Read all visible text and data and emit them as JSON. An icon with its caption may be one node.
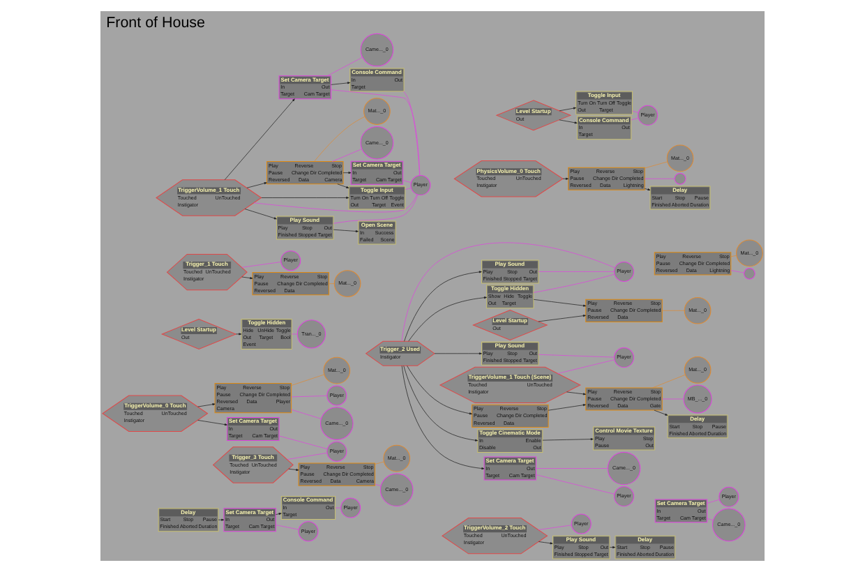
{
  "diagram": {
    "title": "Front of House",
    "nodes": [
      {
        "text": [
          "Trigger_1 Touch",
          "Touched",
          "UnTouched",
          "Instigator"
        ]
      },
      {
        "text": [
          "Player"
        ]
      },
      {
        "text": [
          "Play",
          "Reverse",
          "Stop",
          "Pause",
          "Change Dir",
          "Completed",
          "Reversed",
          "Data"
        ]
      },
      {
        "text": [
          "Mat..._0"
        ]
      },
      {
        "text": [
          "Set Camera Target",
          "In",
          "Out",
          "Target",
          "Cam Target"
        ]
      },
      {
        "text": [
          "Player"
        ]
      },
      {
        "text": [
          "Came..._0"
        ]
      },
      {
        "text": [
          "TriggerVolume_0 Touch",
          "Touched",
          "UnTouched",
          "Instigator"
        ]
      },
      {
        "text": [
          "Play",
          "Reverse",
          "Stop",
          "Pause",
          "Change Dir",
          "Completed",
          "Reversed",
          "Data",
          "Player",
          "Camera"
        ]
      },
      {
        "text": [
          "Mat..._0"
        ]
      },
      {
        "text": [
          "Player"
        ]
      },
      {
        "text": [
          "Came..._0"
        ]
      },
      {
        "text": [
          "TriggerVolume_2 Touch",
          "Touched",
          "UnTouched",
          "Instigator"
        ]
      },
      {
        "text": [
          "Player"
        ]
      },
      {
        "text": [
          "Play Sound",
          "Play",
          "Stop",
          "Out",
          "Finished",
          "Stopped",
          "Target"
        ]
      },
      {
        "text": [
          "Delay",
          "Start",
          "Stop",
          "Pause",
          "Finished",
          "Aborted",
          "Duration"
        ]
      },
      {
        "text": [
          "Set Camera Target",
          "In",
          "Out",
          "Target",
          "Cam Target"
        ]
      },
      {
        "text": [
          "Player"
        ]
      },
      {
        "text": [
          "Trigger_3 Touch",
          "Touched",
          "UnTouched",
          "Instigator"
        ]
      },
      {
        "text": [
          "Play",
          "Reverse",
          "Stop",
          "Pause",
          "Change Dir",
          "Completed",
          "Reversed",
          "Data",
          "Camera"
        ]
      },
      {
        "text": [
          "Mat..._0"
        ]
      },
      {
        "text": [
          "Came..._0"
        ]
      },
      {
        "text": [
          "Toggle Input",
          "Turn On",
          "Turn Off",
          "Toggle",
          "Out",
          "Target"
        ]
      },
      {
        "text": [
          "Level Startup",
          "Out"
        ]
      },
      {
        "text": [
          "Console Command",
          "In",
          "Out",
          "Target"
        ]
      },
      {
        "text": [
          "Player"
        ]
      },
      {
        "text": [
          "Play",
          "Reverse",
          "Stop",
          "Pause",
          "Change Dir",
          "Completed",
          "Reversed",
          "Data",
          "Lightning"
        ]
      },
      {
        "text": [
          "Mat..._0"
        ]
      },
      {
        "text": [],
        "shape": "circle"
      },
      {
        "text": [
          "PhysicsVolume_0 Touch",
          "Touched",
          "UnTouched",
          "Instigator"
        ]
      },
      {
        "text": [
          "Play",
          "Reverse",
          "Stop",
          "Pause",
          "Change Dir",
          "Completed",
          "Reversed",
          "Data",
          "Lightning"
        ]
      },
      {
        "text": [
          "Mat..._0"
        ]
      },
      {
        "text": [],
        "shape": "circle"
      },
      {
        "text": [
          "Delay",
          "Start",
          "Stop",
          "Pause",
          "Finished",
          "Aborted",
          "Duration"
        ]
      },
      {
        "text": [
          "Level Startup",
          "Out"
        ]
      },
      {
        "text": [
          "Toggle Hidden",
          "Hide",
          "UnHide",
          "Toggle",
          "Out",
          "Target",
          "Bool",
          "Event"
        ]
      },
      {
        "text": [
          "Tran..._0"
        ]
      },
      {
        "text": [
          "Delay",
          "Start",
          "Stop",
          "Pause",
          "Finished",
          "Aborted",
          "Duration"
        ]
      },
      {
        "text": [
          "Set Camera Target",
          "In",
          "Out",
          "Target",
          "Cam Target"
        ]
      },
      {
        "text": [
          "Console Command",
          "In",
          "Out",
          "Target"
        ]
      },
      {
        "text": [
          "Player"
        ]
      },
      {
        "text": [
          "Player"
        ]
      },
      {
        "text": [
          "Play Sound",
          "Play",
          "Stop",
          "Out",
          "Finished",
          "Stopped",
          "Target"
        ]
      },
      {
        "text": [
          "Toggle Cinematic Mode",
          "In",
          "Enable",
          "Disable",
          "Out"
        ]
      },
      {
        "text": [
          "Control Movie Texture",
          "Play",
          "Stop",
          "Pause",
          "Out"
        ]
      },
      {
        "text": [
          "Trigger_2 Used",
          "Instigator"
        ]
      },
      {
        "text": [
          "Player"
        ]
      },
      {
        "text": [
          "Set Camera Target",
          "In",
          "Out",
          "Target",
          "Cam Target"
        ]
      },
      {
        "text": [
          "Player"
        ]
      },
      {
        "text": [
          "Came..._0"
        ]
      },
      {
        "text": [
          "Play",
          "Reverse",
          "Stop",
          "Pause",
          "Change Dir",
          "Completed",
          "Reversed",
          "Data"
        ]
      },
      {
        "text": [
          "Toggle Hidden",
          "Show",
          "Hide",
          "Toggle",
          "Out",
          "Target"
        ]
      },
      {
        "text": [
          "Play",
          "Reverse",
          "Stop",
          "Pause",
          "Change Dir",
          "Completed",
          "Reversed",
          "Data"
        ]
      },
      {
        "text": [
          "Mat..._0"
        ]
      },
      {
        "text": [
          "Level Startup",
          "Out"
        ]
      },
      {
        "text": [
          "Play Sound",
          "Play",
          "Stop",
          "Out",
          "Finished",
          "Stopped",
          "Target"
        ]
      },
      {
        "text": [
          "TriggerVolume_1 Touch (Scene)",
          "Touched",
          "UnTouched",
          "Instigator"
        ]
      },
      {
        "text": [
          "Player"
        ]
      },
      {
        "text": [
          "Play",
          "Reverse",
          "Stop",
          "Pause",
          "Change Dir",
          "Completed",
          "Reversed",
          "Data",
          "Gate"
        ]
      },
      {
        "text": [
          "Mat..._0"
        ]
      },
      {
        "text": [
          "MB_..._0"
        ]
      },
      {
        "text": [
          "Delay",
          "Start",
          "Stop",
          "Pause",
          "Finished",
          "Aborted",
          "Duration"
        ]
      },
      {
        "text": [
          "TriggerVolume_1 Touch",
          "Touched",
          "UnTouched",
          "Instigator"
        ]
      },
      {
        "text": [
          "Set Camera Target",
          "In",
          "Out",
          "Target",
          "Cam Target"
        ]
      },
      {
        "text": [
          "Came..._0"
        ]
      },
      {
        "text": [
          "Console Command",
          "In",
          "Out",
          "Target"
        ]
      },
      {
        "text": [
          "Play",
          "Reverse",
          "Stop",
          "Pause",
          "Change Dir",
          "Completed",
          "Reversed",
          "Data",
          "Camera"
        ]
      },
      {
        "text": [
          "Mat..._0"
        ]
      },
      {
        "text": [
          "Came..._0"
        ]
      },
      {
        "text": [
          "Set Camera Target",
          "In",
          "Out",
          "Target",
          "Cam Target"
        ]
      },
      {
        "text": [
          "Player"
        ]
      },
      {
        "text": [
          "Play Sound",
          "Play",
          "Stop",
          "Out",
          "Finished",
          "Stopped",
          "Target"
        ]
      },
      {
        "text": [
          "Open Scene",
          "In",
          "Success",
          "Failed",
          "Scene"
        ]
      },
      {
        "text": [
          "Toggle Input",
          "Turn On",
          "Turn Off",
          "Toggle",
          "Out",
          "Target",
          "Event"
        ]
      }
    ],
    "edges": [
      {
        "from": 0,
        "to": 2,
        "arrow": "to"
      },
      {
        "from": 0,
        "to": 1,
        "arrow": "none",
        "color": "#e040e0"
      },
      {
        "from": 2,
        "to": 3,
        "arrow": "none",
        "color": "#e08a30"
      },
      {
        "from": 4,
        "to": 5,
        "arrow": "none",
        "color": "#e040e0"
      },
      {
        "from": 4,
        "to": 6,
        "arrow": "none",
        "color": "#e040e0"
      },
      {
        "from": 7,
        "to": 8,
        "arrow": "to"
      },
      {
        "from": 7,
        "to": 16,
        "arrow": "to"
      },
      {
        "from": 8,
        "to": 9,
        "arrow": "none",
        "color": "#e08a30"
      },
      {
        "from": 8,
        "to": 10,
        "arrow": "none",
        "color": "#e040e0"
      },
      {
        "from": 8,
        "to": 11,
        "arrow": "none",
        "color": "#e040e0"
      },
      {
        "from": 12,
        "to": 14,
        "arrow": "to"
      },
      {
        "from": 12,
        "to": 13,
        "arrow": "none",
        "color": "#e040e0"
      },
      {
        "from": 14,
        "to": 15,
        "arrow": "to"
      },
      {
        "from": 16,
        "to": 17,
        "arrow": "none",
        "color": "#e040e0"
      },
      {
        "from": 18,
        "to": 17,
        "arrow": "none",
        "color": "#e040e0"
      },
      {
        "from": 18,
        "to": 19,
        "arrow": "to"
      },
      {
        "from": 19,
        "to": 20,
        "arrow": "none",
        "color": "#e08a30"
      },
      {
        "from": 19,
        "to": 21,
        "arrow": "none",
        "color": "#e040e0"
      },
      {
        "from": 23,
        "to": 22,
        "arrow": "to"
      },
      {
        "from": 23,
        "to": 24,
        "arrow": "to"
      },
      {
        "from": 22,
        "to": 25,
        "arrow": "none",
        "color": "#e040e0"
      },
      {
        "from": 24,
        "to": 25,
        "arrow": "none",
        "color": "#e040e0"
      },
      {
        "from": 26,
        "to": 27,
        "arrow": "none",
        "color": "#e08a30"
      },
      {
        "from": 26,
        "to": 28,
        "arrow": "none",
        "color": "#e040e0"
      },
      {
        "from": 29,
        "to": 30,
        "arrow": "to"
      },
      {
        "from": 30,
        "to": 33,
        "arrow": "to"
      },
      {
        "from": 30,
        "to": 31,
        "arrow": "none",
        "color": "#e08a30"
      },
      {
        "from": 30,
        "to": 32,
        "arrow": "none",
        "color": "#e040e0"
      },
      {
        "from": 34,
        "to": 35,
        "arrow": "to"
      },
      {
        "from": 35,
        "to": 36,
        "arrow": "none",
        "color": "#e040e0"
      },
      {
        "from": 37,
        "to": 38,
        "arrow": "to"
      },
      {
        "from": 38,
        "to": 39,
        "arrow": "to"
      },
      {
        "from": 39,
        "to": 40,
        "arrow": "none",
        "color": "#e040e0"
      },
      {
        "from": 38,
        "to": 41,
        "arrow": "none",
        "color": "#e040e0"
      },
      {
        "from": 45,
        "to": 42,
        "arrow": "to"
      },
      {
        "from": 45,
        "to": 43,
        "arrow": "to"
      },
      {
        "from": 43,
        "to": 44,
        "arrow": "to"
      },
      {
        "from": 45,
        "to": 47,
        "arrow": "to"
      },
      {
        "from": 45,
        "to": 50,
        "arrow": "to"
      },
      {
        "from": 45,
        "to": 51,
        "arrow": "to"
      },
      {
        "from": 45,
        "to": 55,
        "arrow": "to"
      },
      {
        "from": 42,
        "to": 46,
        "arrow": "none",
        "color": "#e040e0"
      },
      {
        "from": 45,
        "to": 46,
        "arrow": "none",
        "color": "#e040e0"
      },
      {
        "from": 51,
        "to": 46,
        "arrow": "none",
        "color": "#e040e0"
      },
      {
        "from": 47,
        "to": 48,
        "arrow": "none",
        "color": "#e040e0"
      },
      {
        "from": 47,
        "to": 49,
        "arrow": "none",
        "color": "#e040e0"
      },
      {
        "from": 51,
        "to": 52,
        "arrow": "to"
      },
      {
        "from": 54,
        "to": 52,
        "arrow": "to"
      },
      {
        "from": 52,
        "to": 53,
        "arrow": "none",
        "color": "#e08a30"
      },
      {
        "from": 50,
        "to": 58,
        "arrow": "to"
      },
      {
        "from": 56,
        "to": 58,
        "arrow": "to"
      },
      {
        "from": 56,
        "to": 57,
        "arrow": "none",
        "color": "#e040e0"
      },
      {
        "from": 55,
        "to": 57,
        "arrow": "none",
        "color": "#e040e0"
      },
      {
        "from": 58,
        "to": 61,
        "arrow": "to"
      },
      {
        "from": 58,
        "to": 59,
        "arrow": "none",
        "color": "#e08a30"
      },
      {
        "from": 58,
        "to": 60,
        "arrow": "none",
        "color": "#e040e0"
      },
      {
        "from": 62,
        "to": 63,
        "arrow": "to"
      },
      {
        "from": 63,
        "to": 65,
        "arrow": "to"
      },
      {
        "from": 62,
        "to": 66,
        "arrow": "to"
      },
      {
        "from": 66,
        "to": 69,
        "arrow": "to"
      },
      {
        "from": 62,
        "to": 71,
        "arrow": "to"
      },
      {
        "from": 71,
        "to": 72,
        "arrow": "to"
      },
      {
        "from": 66,
        "to": 73,
        "arrow": "to"
      },
      {
        "from": 62,
        "to": 73,
        "arrow": "to"
      },
      {
        "from": 63,
        "to": 64,
        "arrow": "none",
        "color": "#e040e0"
      },
      {
        "from": 66,
        "to": 67,
        "arrow": "none",
        "color": "#e08a30"
      },
      {
        "from": 66,
        "to": 68,
        "arrow": "none",
        "color": "#e040e0"
      },
      {
        "from": 62,
        "to": 70,
        "arrow": "none",
        "color": "#e040e0"
      },
      {
        "from": 63,
        "to": 70,
        "arrow": "none",
        "color": "#e040e0"
      },
      {
        "from": 65,
        "to": 70,
        "arrow": "none",
        "color": "#e040e0"
      },
      {
        "from": 69,
        "to": 70,
        "arrow": "none",
        "color": "#e040e0"
      },
      {
        "from": 71,
        "to": 70,
        "arrow": "none",
        "color": "#e040e0"
      },
      {
        "from": 73,
        "to": 70,
        "arrow": "none",
        "color": "#e040e0"
      }
    ]
  }
}
